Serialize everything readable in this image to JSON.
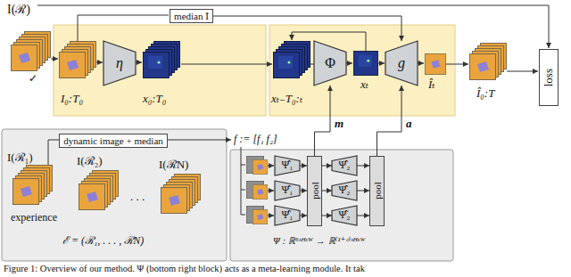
{
  "diagram": {
    "caption": "Figure 1: Overview of our method. Ψ (bottom right block) acts as a meta-learning module. It tak",
    "nodes": [
      {
        "text": [
          "median Ī"
        ]
      },
      {
        "text": [
          "η"
        ]
      },
      {
        "text": [
          "Φ"
        ]
      },
      {
        "text": [
          "g"
        ]
      },
      {
        "text": [
          "loss"
        ]
      },
      {
        "text": [
          "dynamic image + median"
        ]
      },
      {
        "text": [
          "Ψ̂₁"
        ]
      },
      {
        "text": [
          "Ψ̂₁"
        ]
      },
      {
        "text": [
          "Ψ̂₁"
        ]
      },
      {
        "text": [
          "pool"
        ]
      },
      {
        "text": [
          "Ψ̂₂"
        ]
      },
      {
        "text": [
          "Ψ̂₂"
        ]
      },
      {
        "text": [
          "Ψ̂₂"
        ]
      },
      {
        "text": [
          "pool"
        ]
      }
    ],
    "edges": [
      {
        "from": 6,
        "to": 9,
        "arrow": "to"
      },
      {
        "from": 7,
        "to": 9,
        "arrow": "to"
      },
      {
        "from": 8,
        "to": 9,
        "arrow": "to"
      },
      {
        "from": 9,
        "to": 10,
        "arrow": "to"
      },
      {
        "from": 9,
        "to": 11,
        "arrow": "to"
      },
      {
        "from": 9,
        "to": 12,
        "arrow": "to"
      },
      {
        "from": 10,
        "to": 13,
        "arrow": "to"
      },
      {
        "from": 11,
        "to": 13,
        "arrow": "to"
      },
      {
        "from": 12,
        "to": 13,
        "arrow": "to"
      },
      {
        "from": 9,
        "to": 2,
        "label": "m",
        "arrow": "to"
      },
      {
        "from": 13,
        "to": 3,
        "label": "a",
        "arrow": "to"
      },
      {
        "from": 0,
        "to": 3,
        "arrow": "to"
      }
    ],
    "labels": [
      "I(ℛ)",
      "✓",
      "I₀:T₀",
      "x₀:T₀",
      "xₜ₋T₀:ₜ",
      "xₜ",
      "Îₜ",
      "Î₀:T",
      "f := [f₁ f₂]",
      "I(ℛ₁)",
      "I(ℛ₂)",
      "I(ℛN)",
      ". . .",
      "experience",
      "ℰ = (ℛ₁, . . . , ℛN)",
      "Ψ : ℝ⁶ˣᴴˣᵂ → ℝ⁽¹⁺ᶜ⁾ˣᴴˣᵂ"
    ]
  }
}
